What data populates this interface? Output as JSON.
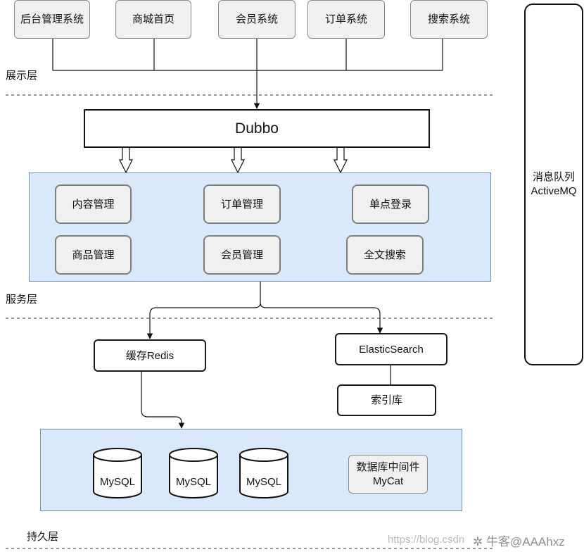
{
  "presentation_layer": {
    "label": "展示层",
    "systems": [
      "后台管理系统",
      "商城首页",
      "会员系统",
      "订单系统",
      "搜索系统"
    ]
  },
  "middleware": {
    "dubbo": "Dubbo"
  },
  "service_layer": {
    "label": "服务层",
    "services": [
      "内容管理",
      "订单管理",
      "单点登录",
      "商品管理",
      "会员管理",
      "全文搜索"
    ]
  },
  "cache": {
    "redis": "缓存Redis",
    "elastic": "ElasticSearch",
    "index": "索引库"
  },
  "persistence_layer": {
    "label": "持久层",
    "databases": [
      "MySQL",
      "MySQL",
      "MySQL"
    ],
    "middleware_line1": "数据库中间件",
    "middleware_line2": "MyCat"
  },
  "message_queue": {
    "line1": "消息队列",
    "line2": "ActiveMQ"
  },
  "watermark": {
    "url": "https://blog.csdn",
    "brand": "牛客@AAAhxz"
  }
}
